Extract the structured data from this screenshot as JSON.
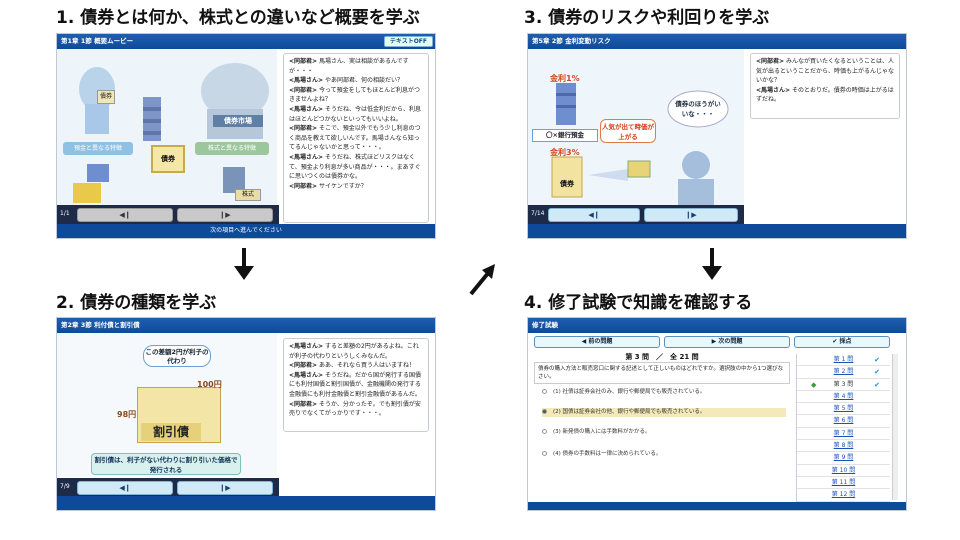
{
  "steps": [
    {
      "title": "1. 債券とは何か、株式との違いなど概要を学ぶ"
    },
    {
      "title": "2. 債券の種類を学ぶ"
    },
    {
      "title": "3. 債券のリスクや利回りを学ぶ"
    },
    {
      "title": "4. 修了試験で知識を確認する"
    }
  ],
  "panel1": {
    "header": "第1章 1節 概要ムービー",
    "toggle": "テキストOFF",
    "page": "1/1",
    "footer": "次の項目へ進んでください",
    "scene": {
      "label_market": "債券市場",
      "label_deposit": "預金と異なる特徴",
      "label_stock": "株式と異なる特徴",
      "card": "債券",
      "ticket_left": "債券",
      "ticket_right": "株式"
    },
    "dialog": [
      {
        "speaker": "<同部君>",
        "text": "馬場さん、実は相談があるんですが・・・"
      },
      {
        "speaker": "<馬場さん>",
        "text": "やあ同部君、何の相談だい？"
      },
      {
        "speaker": "<同部君>",
        "text": "今って預金をしてもほとんど利息がつきませんよね？"
      },
      {
        "speaker": "<馬場さん>",
        "text": "そうだね、今は低金利だから、利息はほとんどつかないといってもいいよね。"
      },
      {
        "speaker": "<同部君>",
        "text": "そこで、預金以外でもう少し利息のつく商品を教えて欲しいんです。馬場さんなら知ってるんじゃないかと思って・・・。"
      },
      {
        "speaker": "<馬場さん>",
        "text": "そうだね、株式ほどリスクはなくて、預金より利息が多い商品が・・・。まあすぐに思いつくのは債券かな。"
      },
      {
        "speaker": "<同部君>",
        "text": "サイケンですか？"
      }
    ]
  },
  "panel2": {
    "header": "第2章 3節 利付債と割引債",
    "page": "7/9",
    "scene": {
      "bubble": "この差額2円が利子の代わり",
      "price_left": "98円",
      "price_right": "100円",
      "big_label": "割引債",
      "caption": "割引債は、利子がない代わりに割り引いた価格で発行される"
    },
    "dialog": [
      {
        "speaker": "<馬場さん>",
        "text": "すると差額の2円があるよね。これが利子の代わりというしくみなんだ。"
      },
      {
        "speaker": "<同部君>",
        "text": "ああ、それなら買う人はいますね！"
      },
      {
        "speaker": "<馬場さん>",
        "text": "そうだね。だから国が発行する国債にも利付国債と割引国債が、金融機関の発行する金融債にも利付金融債と割引金融債があるんだ。"
      },
      {
        "speaker": "<同部君>",
        "text": "そうか、分かったぞ。でも割引債が安売りでなくてがっかりです・・・。"
      }
    ]
  },
  "panel3": {
    "header": "第5章 2節 金利変動リスク",
    "page": "7/14",
    "scene": {
      "rate1": "金利1%",
      "rate3": "金利3%",
      "deposit": "〇×銀行預金",
      "popular": "人気が出て時価が上がる",
      "bond_think": "債券のほうがいいな・・・",
      "card": "債券"
    },
    "dialog": [
      {
        "speaker": "<同部君>",
        "text": "みんなが買いたくなるということは、人気が出るということだから、時価も上がるんじゃないかな？"
      },
      {
        "speaker": "<馬場さん>",
        "text": "そのとおりだ。債券の時価は上がるはずだね。"
      }
    ]
  },
  "panel4": {
    "header": "修了試験",
    "prev_btn": "前の問題",
    "next_btn": "次の問題",
    "score_btn": "採点",
    "qnum": "第 3 問　／　全 21 問",
    "question": "債券の購入方法と販売窓口に関する記述として正しいものはどれですか。選択肢の中から1つ選びなさい。",
    "options": [
      "(1) 社債は証券会社のみ、銀行や郵便局でも販売されている。",
      "(2) 国債は証券会社の他、銀行や郵便局でも販売されている。",
      "(3) 新発債の購入には手数料がかかる。",
      "(4) 債券の手数料は一律に決められている。"
    ],
    "questions": [
      "第 1 問",
      "第 2 問",
      "第 3 問",
      "第 4 問",
      "第 5 問",
      "第 6 問",
      "第 7 問",
      "第 8 問",
      "第 9 問",
      "第 10 問",
      "第 11 問",
      "第 12 問"
    ]
  },
  "colors": {
    "header_blue": "#0e4a99",
    "nav_dark": "#1d2a48",
    "button_cyan": "#cfe9f7",
    "highlight": "#f3e9b9"
  }
}
